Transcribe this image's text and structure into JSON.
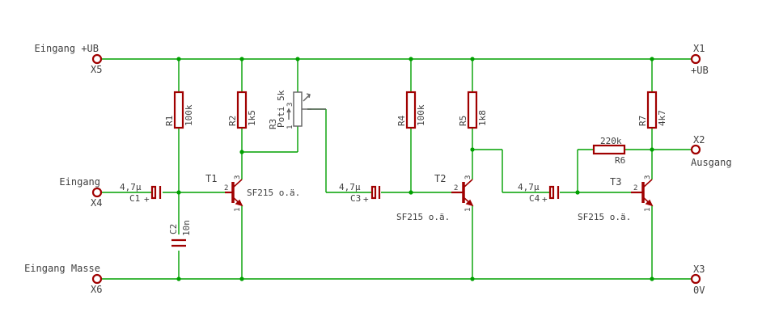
{
  "terminals": {
    "x5": {
      "name": "Eingang +UB",
      "id": "X5"
    },
    "x4": {
      "name": "Eingang",
      "id": "X4"
    },
    "x6": {
      "name": "Eingang Masse",
      "id": "X6"
    },
    "x1": {
      "id": "X1",
      "name": "+UB"
    },
    "x2": {
      "id": "X2",
      "name": "Ausgang"
    },
    "x3": {
      "id": "X3",
      "name": "0V"
    }
  },
  "resistors": {
    "r1": {
      "ref": "R1",
      "value": "100k"
    },
    "r2": {
      "ref": "R2",
      "value": "1k5"
    },
    "r3": {
      "ref": "R3",
      "value": "Poti 5k"
    },
    "r4": {
      "ref": "R4",
      "value": "100k"
    },
    "r5": {
      "ref": "R5",
      "value": "1k8"
    },
    "r6": {
      "ref": "R6",
      "value": "220k"
    },
    "r7": {
      "ref": "R7",
      "value": "4k7"
    }
  },
  "capacitors": {
    "c1": {
      "ref": "C1",
      "value": "4,7µ",
      "polarity": "+"
    },
    "c2": {
      "ref": "C2",
      "value": "10n"
    },
    "c3": {
      "ref": "C3",
      "value": "4,7µ",
      "polarity": "+"
    },
    "c4": {
      "ref": "C4",
      "value": "4,7µ",
      "polarity": "+"
    }
  },
  "transistors": {
    "t1": {
      "ref": "T1",
      "type": "SF215 o.ä."
    },
    "t2": {
      "ref": "T2",
      "type": "SF215 o.ä."
    },
    "t3": {
      "ref": "T3",
      "type": "SF215 o.ä."
    }
  },
  "pins": {
    "p1": "1",
    "p2": "2",
    "p3": "3"
  },
  "colors": {
    "wire": "#00a000",
    "component": "#a00000",
    "text": "#404040"
  }
}
